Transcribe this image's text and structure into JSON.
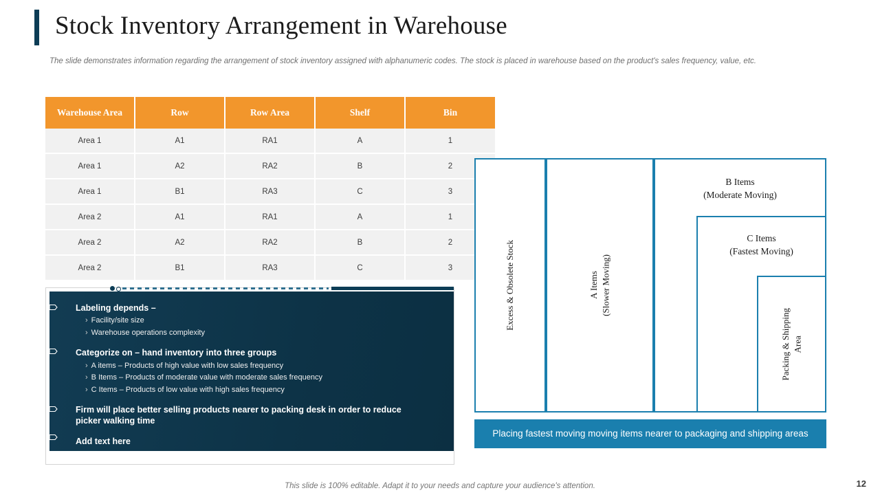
{
  "slide": {
    "title": "Stock Inventory Arrangement in Warehouse",
    "subtitle": "The slide demonstrates information regarding the arrangement of stock inventory assigned with alphanumeric codes. The stock is placed in warehouse  based on the product's sales frequency, value, etc.",
    "footer_note": "This slide is 100% editable. Adapt it to your needs and capture your audience's attention.",
    "page_number": "12",
    "accent_orange": "#F2962C",
    "accent_blue": "#1A7FAE",
    "panel_dark": "#0F3A51"
  },
  "table": {
    "headers": [
      "Warehouse Area",
      "Row",
      "Row Area",
      "Shelf",
      "Bin"
    ],
    "rows": [
      [
        "Area 1",
        "A1",
        "RA1",
        "A",
        "1"
      ],
      [
        "Area 1",
        "A2",
        "RA2",
        "B",
        "2"
      ],
      [
        "Area 1",
        "B1",
        "RA3",
        "C",
        "3"
      ],
      [
        "Area 2",
        "A1",
        "RA1",
        "A",
        "1"
      ],
      [
        "Area 2",
        "A2",
        "RA2",
        "B",
        "2"
      ],
      [
        "Area 2",
        "B1",
        "RA3",
        "C",
        "3"
      ]
    ]
  },
  "panel": {
    "groups": [
      {
        "heading": "Labeling depends –",
        "items": [
          "Facility/site size",
          "Warehouse operations complexity"
        ]
      },
      {
        "heading": "Categorize on – hand inventory into three groups",
        "items": [
          "A items – Products of high value with low sales frequency",
          "B Items – Products of moderate value with moderate sales frequency",
          "C Items – Products of low value with high sales frequency"
        ]
      },
      {
        "heading": "Firm will place better selling products nearer to packing desk in order to reduce picker walking time",
        "items": []
      },
      {
        "heading": "Add text here",
        "items": []
      }
    ]
  },
  "warehouse": {
    "zones": [
      {
        "label": "Excess & Obsolete Stock",
        "orientation": "vertical"
      },
      {
        "label": "A Items\n(Slower Moving)",
        "line1": "A Items",
        "line2": "(Slower Moving)",
        "orientation": "vertical"
      },
      {
        "label": "B Items (Moderate Moving)",
        "line1": "B Items",
        "line2": "(Moderate Moving)",
        "orientation": "horizontal"
      },
      {
        "label": "C Items (Fastest Moving)",
        "line1": "C Items",
        "line2": "(Fastest Moving)",
        "orientation": "horizontal"
      },
      {
        "label": "Packing & Shipping Area",
        "line1": "Packing & Shipping",
        "line2": "Area",
        "orientation": "vertical"
      }
    ],
    "caption": "Placing fastest moving moving items nearer to packaging and shipping areas"
  }
}
